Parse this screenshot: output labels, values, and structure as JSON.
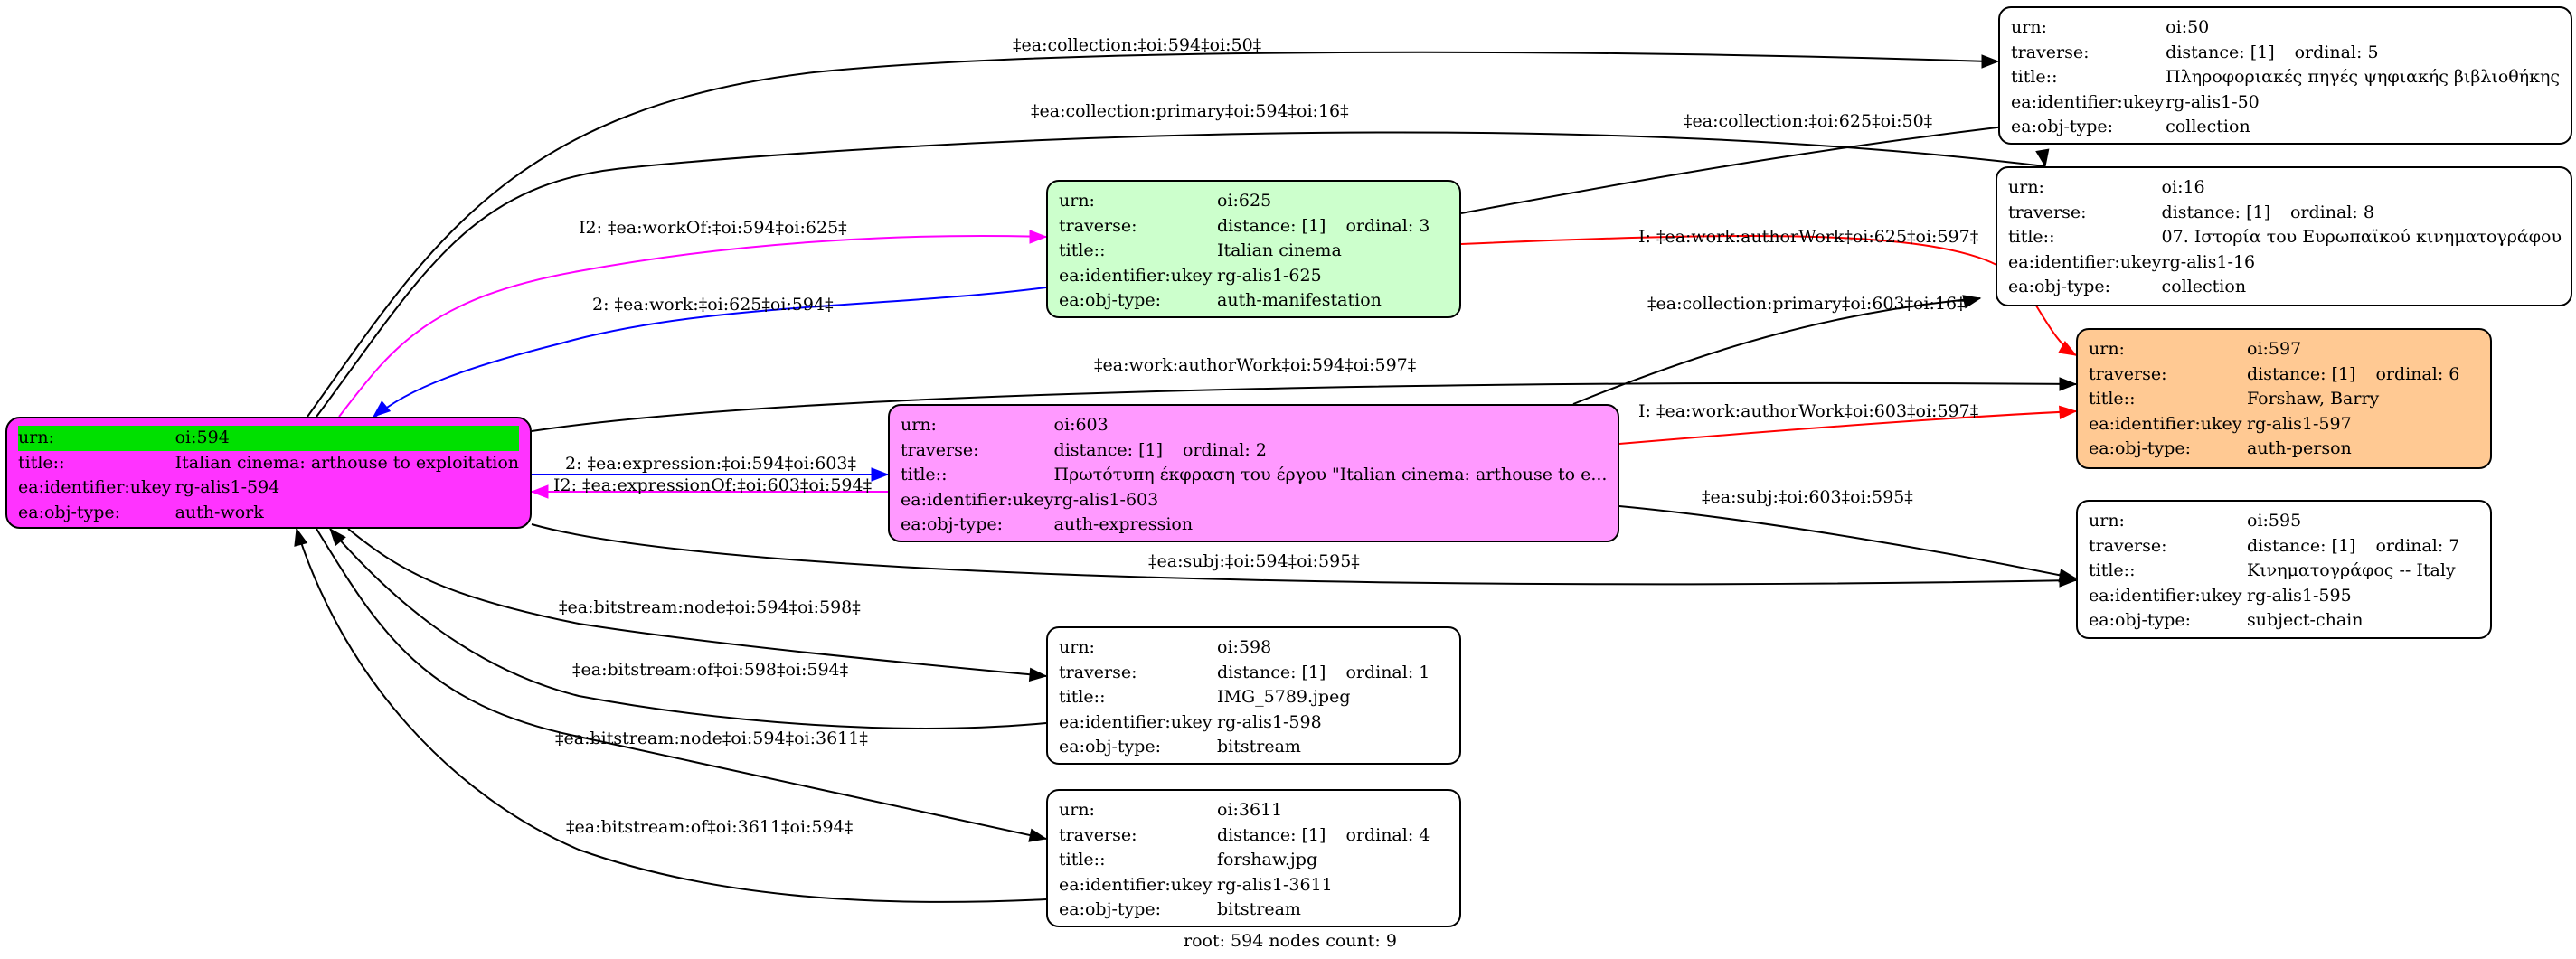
{
  "nodes": [
    {
      "id": "594",
      "fill": "#ff33ff",
      "highlight_first_row": true,
      "rows": [
        [
          "urn:",
          "oi:594"
        ],
        [
          "title::",
          "Italian cinema: arthouse to exploitation"
        ],
        [
          "ea:identifier:ukey",
          "rg-alis1-594"
        ],
        [
          "ea:obj-type:",
          "auth-work"
        ]
      ]
    },
    {
      "id": "625",
      "fill": "#ccffcc",
      "rows": [
        [
          "urn:",
          "oi:625"
        ],
        [
          "traverse:",
          "distance: [1]",
          "ordinal: 3"
        ],
        [
          "title::",
          "Italian cinema"
        ],
        [
          "ea:identifier:ukey",
          "rg-alis1-625"
        ],
        [
          "ea:obj-type:",
          "auth-manifestation"
        ]
      ]
    },
    {
      "id": "603",
      "fill": "#ff99ff",
      "rows": [
        [
          "urn:",
          "oi:603"
        ],
        [
          "traverse:",
          "distance: [1]",
          "ordinal: 2"
        ],
        [
          "title::",
          "Πρωτότυπη έκφραση του έργου \"Italian cinema: arthouse to e..."
        ],
        [
          "ea:identifier:ukey",
          "rg-alis1-603"
        ],
        [
          "ea:obj-type:",
          "auth-expression"
        ]
      ]
    },
    {
      "id": "598",
      "fill": "#ffffff",
      "rows": [
        [
          "urn:",
          "oi:598"
        ],
        [
          "traverse:",
          "distance: [1]",
          "ordinal: 1"
        ],
        [
          "title::",
          "IMG_5789.jpeg"
        ],
        [
          "ea:identifier:ukey",
          "rg-alis1-598"
        ],
        [
          "ea:obj-type:",
          "bitstream"
        ]
      ]
    },
    {
      "id": "3611",
      "fill": "#ffffff",
      "rows": [
        [
          "urn:",
          "oi:3611"
        ],
        [
          "traverse:",
          "distance: [1]",
          "ordinal: 4"
        ],
        [
          "title::",
          "forshaw.jpg"
        ],
        [
          "ea:identifier:ukey",
          "rg-alis1-3611"
        ],
        [
          "ea:obj-type:",
          "bitstream"
        ]
      ]
    },
    {
      "id": "50",
      "fill": "#ffffff",
      "rows": [
        [
          "urn:",
          "oi:50"
        ],
        [
          "traverse:",
          "distance: [1]",
          "ordinal: 5"
        ],
        [
          "title::",
          "Πληροφοριακές πηγές ψηφιακής βιβλιοθήκης"
        ],
        [
          "ea:identifier:ukey",
          "rg-alis1-50"
        ],
        [
          "ea:obj-type:",
          "collection"
        ]
      ]
    },
    {
      "id": "16",
      "fill": "#ffffff",
      "rows": [
        [
          "urn:",
          "oi:16"
        ],
        [
          "traverse:",
          "distance: [1]",
          "ordinal: 8"
        ],
        [
          "title::",
          "07. Ιστορία του Ευρωπαϊκού κινηματογράφου"
        ],
        [
          "ea:identifier:ukey",
          "rg-alis1-16"
        ],
        [
          "ea:obj-type:",
          "collection"
        ]
      ]
    },
    {
      "id": "597",
      "fill": "#ffc993",
      "rows": [
        [
          "urn:",
          "oi:597"
        ],
        [
          "traverse:",
          "distance: [1]",
          "ordinal: 6"
        ],
        [
          "title::",
          "Forshaw, Barry"
        ],
        [
          "ea:identifier:ukey",
          "rg-alis1-597"
        ],
        [
          "ea:obj-type:",
          "auth-person"
        ]
      ]
    },
    {
      "id": "595",
      "fill": "#ffffff",
      "rows": [
        [
          "urn:",
          "oi:595"
        ],
        [
          "traverse:",
          "distance: [1]",
          "ordinal: 7"
        ],
        [
          "title::",
          "Κινηματογράφος -- Italy"
        ],
        [
          "ea:identifier:ukey",
          "rg-alis1-595"
        ],
        [
          "ea:obj-type:",
          "subject-chain"
        ]
      ]
    }
  ],
  "edges": [
    {
      "label": "‡ea:collection:‡oi:594‡oi:50‡",
      "color": "#000000"
    },
    {
      "label": "‡ea:collection:primary‡oi:594‡oi:16‡",
      "color": "#000000"
    },
    {
      "label": "I2: ‡ea:workOf:‡oi:594‡oi:625‡",
      "color": "#ff00ff"
    },
    {
      "label": "2: ‡ea:work:‡oi:625‡oi:594‡",
      "color": "#0000ff"
    },
    {
      "label": "‡ea:collection:‡oi:625‡oi:50‡",
      "color": "#000000"
    },
    {
      "label": "I: ‡ea:work:authorWork‡oi:625‡oi:597‡",
      "color": "#ff0000"
    },
    {
      "label": "‡ea:collection:primary‡oi:603‡oi:16‡",
      "color": "#000000"
    },
    {
      "label": "‡ea:work:authorWork‡oi:594‡oi:597‡",
      "color": "#000000"
    },
    {
      "label": "2: ‡ea:expression:‡oi:594‡oi:603‡",
      "color": "#0000ff"
    },
    {
      "label": "I2: ‡ea:expressionOf:‡oi:603‡oi:594‡",
      "color": "#ff00ff"
    },
    {
      "label": "I: ‡ea:work:authorWork‡oi:603‡oi:597‡",
      "color": "#ff0000"
    },
    {
      "label": "‡ea:subj:‡oi:603‡oi:595‡",
      "color": "#000000"
    },
    {
      "label": "‡ea:subj:‡oi:594‡oi:595‡",
      "color": "#000000"
    },
    {
      "label": "‡ea:bitstream:node‡oi:594‡oi:598‡",
      "color": "#000000"
    },
    {
      "label": "‡ea:bitstream:of‡oi:598‡oi:594‡",
      "color": "#000000"
    },
    {
      "label": "‡ea:bitstream:node‡oi:594‡oi:3611‡",
      "color": "#000000"
    },
    {
      "label": "‡ea:bitstream:of‡oi:3611‡oi:594‡",
      "color": "#000000"
    }
  ],
  "footer": "root: 594 nodes count: 9"
}
